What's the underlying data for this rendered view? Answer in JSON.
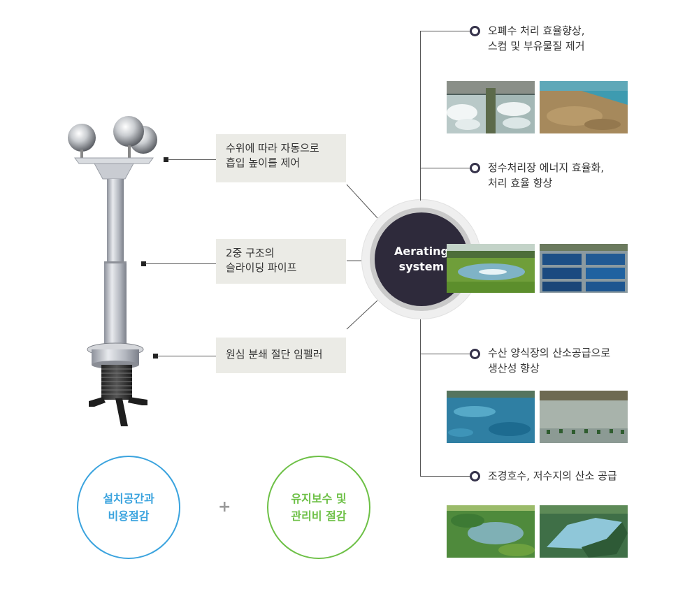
{
  "callouts": {
    "float_control": [
      "수위에 따라 자동으로",
      "흡입 높이를 제어"
    ],
    "sliding_pipe": [
      "2중 구조의",
      "슬라이딩 파이프"
    ],
    "impeller": [
      "원심 분쇄 절단 임펠러"
    ]
  },
  "center": {
    "line1": "Aerating",
    "line2": "system"
  },
  "applications": [
    {
      "lines": [
        "오폐수 처리 효율향상,",
        "스컴  및 부유물질 제거"
      ]
    },
    {
      "lines": [
        "정수처리장 에너지 효율화,",
        "처리 효율 향상"
      ]
    },
    {
      "lines": [
        "수산 양식장의 산소공급으로",
        "생산성 향상"
      ]
    },
    {
      "lines": [
        "조경호수, 저수지의 산소 공급"
      ]
    }
  ],
  "benefits": {
    "left": [
      "설치공간과",
      "비용절감"
    ],
    "plus": "+",
    "right": [
      "유지보수 및",
      "관리비 절감"
    ]
  },
  "colors": {
    "blue": "#3aa3de",
    "green": "#6dc046",
    "center_dark": "#2e2a3b",
    "label_bg": "#ebebe6"
  }
}
